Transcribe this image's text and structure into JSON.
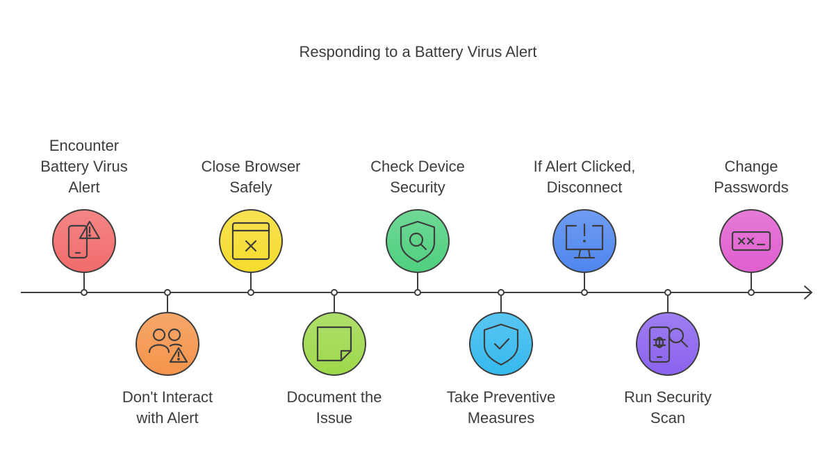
{
  "title": "Responding to a Battery Virus Alert",
  "steps": [
    {
      "lines": [
        "Encounter",
        "Battery Virus",
        "Alert"
      ],
      "icon": "phone-alert-icon",
      "color": "#f26b6b",
      "position": "above"
    },
    {
      "lines": [
        "Don't Interact",
        "with Alert"
      ],
      "icon": "users-warning-icon",
      "color": "#f4944a",
      "position": "below"
    },
    {
      "lines": [
        "Close Browser",
        "Safely"
      ],
      "icon": "browser-close-icon",
      "color": "#f5dc2c",
      "position": "above"
    },
    {
      "lines": [
        "Document the",
        "Issue"
      ],
      "icon": "sticky-note-icon",
      "color": "#9ed84a",
      "position": "below"
    },
    {
      "lines": [
        "Check Device",
        "Security"
      ],
      "icon": "shield-search-icon",
      "color": "#4fcf7f",
      "position": "above"
    },
    {
      "lines": [
        "Take Preventive",
        "Measures"
      ],
      "icon": "shield-check-icon",
      "color": "#35b9ee",
      "position": "below"
    },
    {
      "lines": [
        "If Alert Clicked,",
        "Disconnect"
      ],
      "icon": "monitor-alert-icon",
      "color": "#4f86ee",
      "position": "above"
    },
    {
      "lines": [
        "Run Security",
        "Scan"
      ],
      "icon": "phone-bug-scan-icon",
      "color": "#8a62ee",
      "position": "below"
    },
    {
      "lines": [
        "Change",
        "Passwords"
      ],
      "icon": "password-field-icon",
      "color": "#e05ecf",
      "position": "above"
    }
  ]
}
